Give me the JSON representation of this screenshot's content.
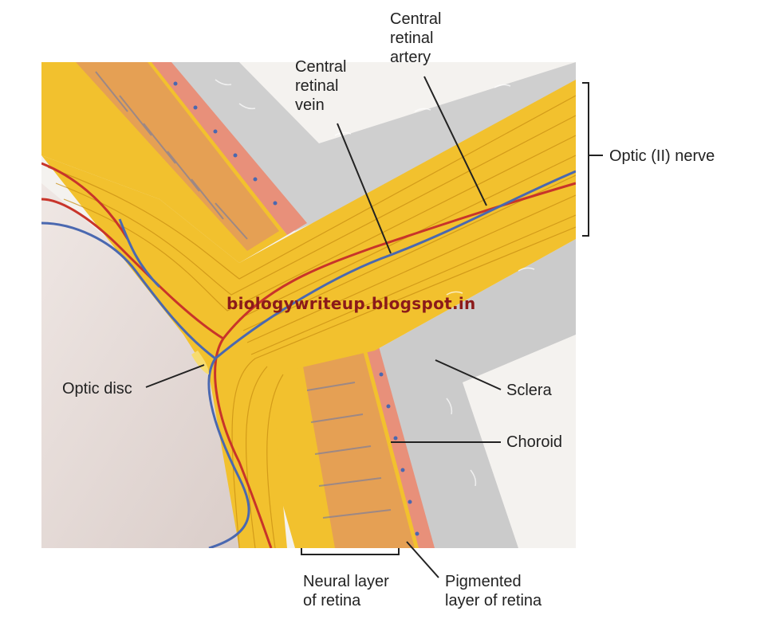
{
  "labels": {
    "central_retinal_artery": "Central\nretinal\nartery",
    "central_retinal_vein": "Central\nretinal\nvein",
    "optic_nerve": "Optic (II) nerve",
    "optic_disc": "Optic disc",
    "sclera": "Sclera",
    "choroid": "Choroid",
    "neural_layer": "Neural layer\nof retina",
    "pigmented_layer": "Pigmented\nlayer of retina"
  },
  "watermark": "biologywriteup.blogspot.in",
  "colors": {
    "nerve_yellow": "#f2c12e",
    "nerve_light": "#f7dc6f",
    "sclera_gray": "#c9c9c9",
    "choroid_salmon": "#e8907a",
    "artery_red": "#c8342a",
    "vein_blue": "#4a68b0",
    "vitreous": "#e6dcd8",
    "watermark": "#8b1a1a"
  }
}
